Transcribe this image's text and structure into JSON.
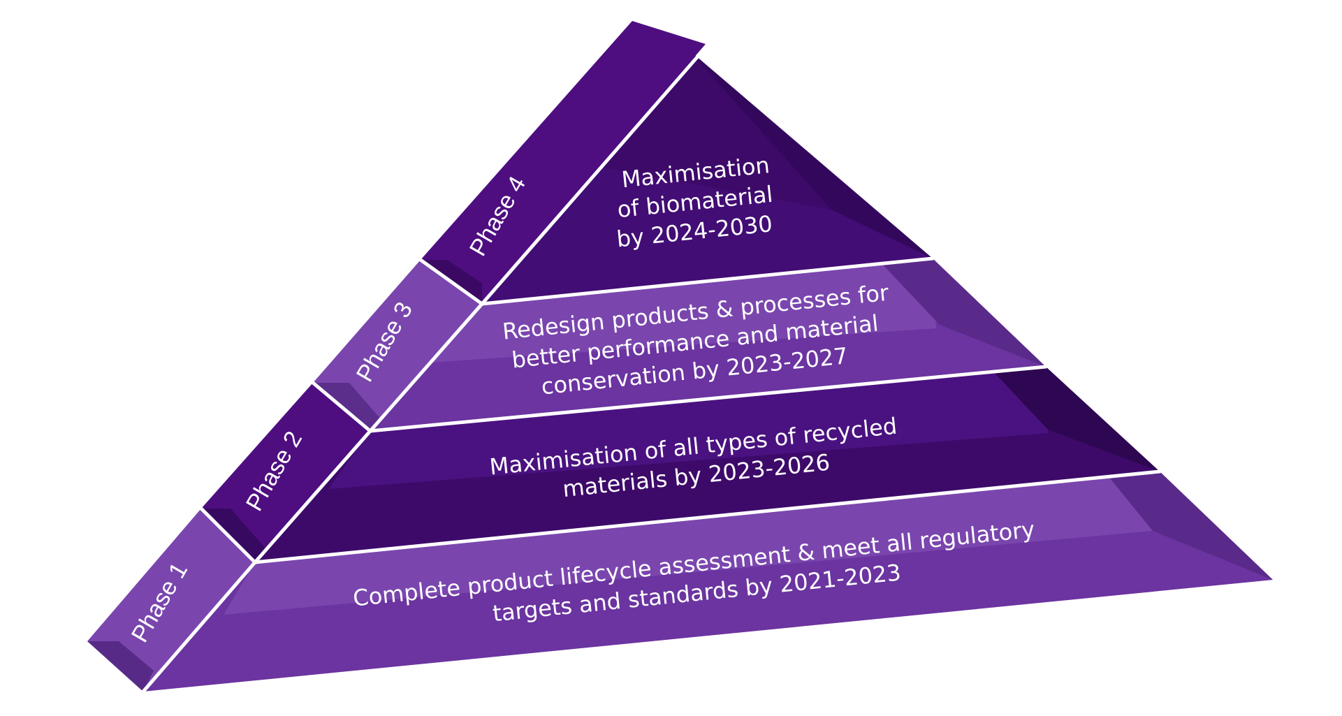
{
  "phases": [
    {
      "label": "Phase 1",
      "lines": [
        "Complete product lifecycle assessment & meet all regulatory",
        "targets and standards by 2021-2023"
      ]
    },
    {
      "label": "Phase 2",
      "lines": [
        "Maximisation of all types of recycled",
        "materials by 2023-2026"
      ]
    },
    {
      "label": "Phase 3",
      "lines": [
        "Redesign products & processes for",
        "better performance and material",
        "conservation by 2023-2027"
      ]
    },
    {
      "label": "Phase 4",
      "lines": [
        "Maximisation",
        "of biomaterial",
        "by 2024-2030"
      ]
    }
  ],
  "colors": {
    "light_front": "#6b34a0",
    "light_highlight": "#7a46ae",
    "light_side": "#5a2a8a",
    "light_edge": "#4e237c",
    "dark_front": "#3d0a6a",
    "dark_highlight": "#4a1280",
    "dark_side": "#2e0752",
    "dark_edge": "#33085c",
    "divider": "#ffffff"
  }
}
